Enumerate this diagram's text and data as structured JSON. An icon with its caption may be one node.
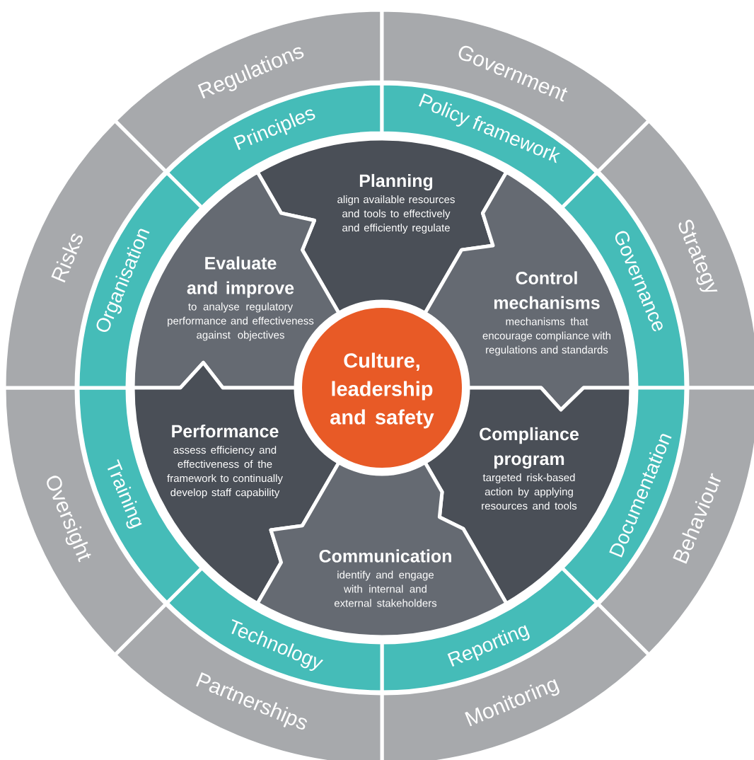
{
  "diagram": {
    "nodes": [
      {
        "text": [
          "Regulations"
        ]
      },
      {
        "text": [
          "Government"
        ]
      },
      {
        "text": [
          "Strategy"
        ]
      },
      {
        "text": [
          "Behaviour"
        ]
      },
      {
        "text": [
          "Monitoring"
        ]
      },
      {
        "text": [
          "Partnerships"
        ]
      },
      {
        "text": [
          "Oversight"
        ]
      },
      {
        "text": [
          "Risks"
        ]
      },
      {
        "text": [
          "Principles"
        ]
      },
      {
        "text": [
          "Policy framework"
        ]
      },
      {
        "text": [
          "Governance"
        ]
      },
      {
        "text": [
          "Documentation"
        ]
      },
      {
        "text": [
          "Reporting"
        ]
      },
      {
        "text": [
          "Technology"
        ]
      },
      {
        "text": [
          "Training"
        ]
      },
      {
        "text": [
          "Organisation"
        ]
      },
      {
        "text": [
          "Planning",
          "align available resources and tools to effectively and efficiently regulate"
        ]
      },
      {
        "text": [
          "Evaluate and improve",
          "to analyse regulatory performance and effectiveness against objectives"
        ]
      },
      {
        "text": [
          "Control mechanisms",
          "mechanisms that encourage compliance with regulations and standards"
        ]
      },
      {
        "text": [
          "Performance",
          "assess efficiency and effectiveness of the framework to continually develop staff capability"
        ]
      },
      {
        "text": [
          "Compliance program",
          "targeted risk-based action by applying resources and tools"
        ]
      },
      {
        "text": [
          "Communication",
          "identify and engage with internal and external stakeholders"
        ]
      },
      {
        "text": [
          "Culture, leadership and safety"
        ]
      }
    ]
  }
}
